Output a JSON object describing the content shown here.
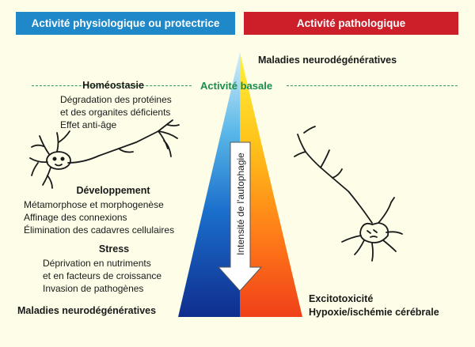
{
  "header": {
    "left": "Activité physiologique ou protectrice",
    "right": "Activité pathologique"
  },
  "top_disease": "Maladies neurodégénératives",
  "basal": "Activité basale",
  "homeostasis": {
    "title": "Homéostasie",
    "lines": [
      "Dégradation des protéines",
      "et des organites déficients",
      "Effet anti-âge"
    ]
  },
  "development": {
    "title": "Développement",
    "lines": [
      "Métamorphose et morphogenèse",
      "Affinage des connexions",
      "Élimination des cadavres cellulaires"
    ]
  },
  "stress": {
    "title": "Stress",
    "lines": [
      "Déprivation en nutriments",
      "et en facteurs de croissance",
      "Invasion de pathogènes"
    ]
  },
  "bottom_left": "Maladies neurodégénératives",
  "bottom_right": [
    "Excitotoxicité",
    "Hypoxie/ischémie cérébrale"
  ],
  "axis_label": "Intensité de l'autophagie",
  "colors": {
    "header_left": "#1f88c9",
    "header_right": "#cc1f2a",
    "basal_green": "#1a8d4a",
    "background": "#fdfde8"
  }
}
